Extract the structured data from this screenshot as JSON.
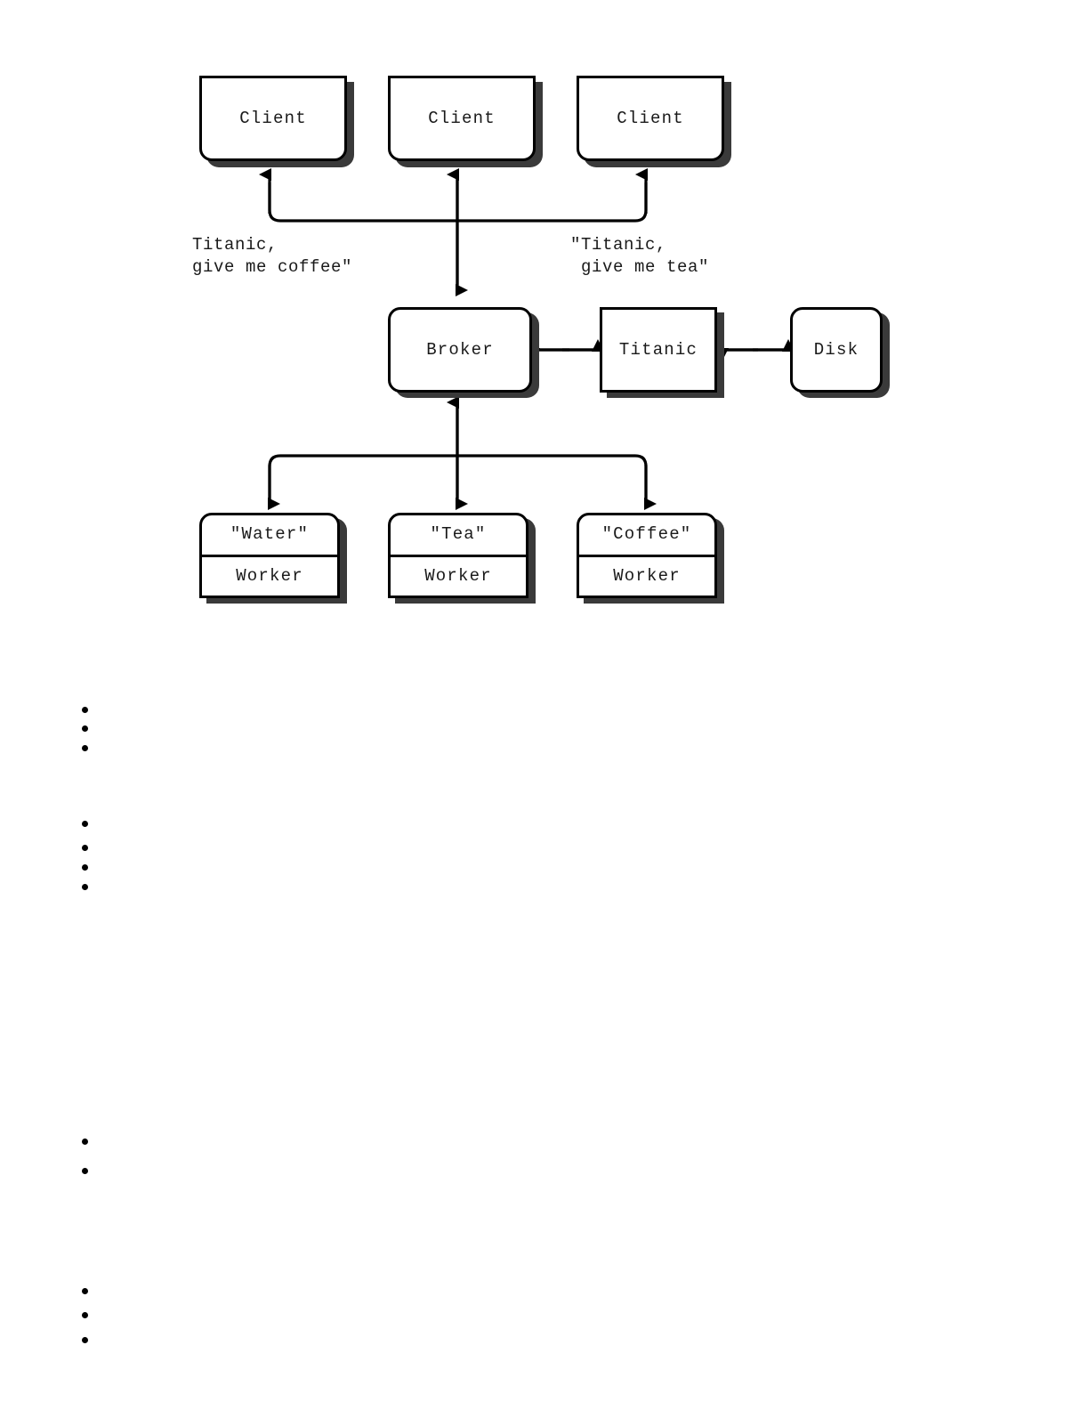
{
  "document": {
    "kind": "architecture-diagram",
    "background_color": "#ffffff",
    "ink_color": "#000000",
    "shadow_color": "#3a3a3a"
  },
  "diagram": {
    "title": "",
    "clients": [
      {
        "id": "client-left",
        "label": "Client"
      },
      {
        "id": "client-center",
        "label": "Client"
      },
      {
        "id": "client-right",
        "label": "Client"
      }
    ],
    "middle_row": [
      {
        "id": "broker",
        "label": "Broker"
      },
      {
        "id": "titanic",
        "label": "Titanic"
      },
      {
        "id": "disk",
        "label": "Disk"
      }
    ],
    "workers": [
      {
        "id": "worker-water",
        "service": "\"Water\"",
        "role": "Worker"
      },
      {
        "id": "worker-tea",
        "service": "\"Tea\"",
        "role": "Worker"
      },
      {
        "id": "worker-coffee",
        "service": "\"Coffee\"",
        "role": "Worker"
      }
    ],
    "annotations": [
      {
        "id": "request-coffee",
        "line1": "Titanic,",
        "line2": "give me coffee\""
      },
      {
        "id": "request-tea",
        "line1": "\"Titanic,",
        "line2": " give me tea\""
      }
    ],
    "connections": [
      {
        "from": "broker",
        "to": "client-left",
        "arrow": "single-up"
      },
      {
        "from": "broker",
        "to": "client-center",
        "arrow": "double"
      },
      {
        "from": "broker",
        "to": "client-right",
        "arrow": "single-up"
      },
      {
        "from": "broker",
        "to": "titanic",
        "arrow": "double"
      },
      {
        "from": "titanic",
        "to": "disk",
        "arrow": "double"
      },
      {
        "from": "broker",
        "to": "worker-water",
        "arrow": "single-down"
      },
      {
        "from": "broker",
        "to": "worker-tea",
        "arrow": "double"
      },
      {
        "from": "broker",
        "to": "worker-coffee",
        "arrow": "single-down"
      }
    ]
  },
  "body": {
    "bullet_groups": [
      {
        "id": "group-1",
        "items": [
          {
            "text": ""
          },
          {
            "text": ""
          },
          {
            "text": ""
          }
        ]
      },
      {
        "id": "group-2",
        "items": [
          {
            "text": ""
          },
          {
            "text": ""
          },
          {
            "text": ""
          },
          {
            "text": ""
          }
        ]
      },
      {
        "id": "group-3",
        "items": [
          {
            "text": ""
          },
          {
            "text": ""
          }
        ]
      },
      {
        "id": "group-4",
        "items": [
          {
            "text": ""
          },
          {
            "text": ""
          },
          {
            "text": ""
          }
        ]
      }
    ]
  }
}
